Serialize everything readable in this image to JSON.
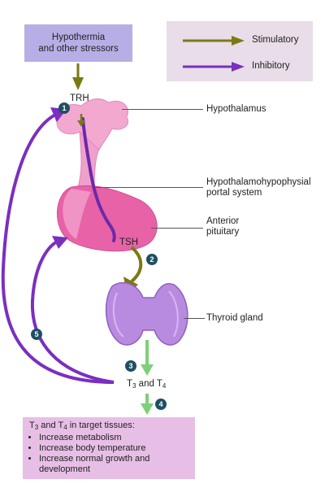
{
  "stress_box": {
    "line1": "Hypothermia",
    "line2": "and other stressors"
  },
  "legend": {
    "stimulatory": "Stimulatory",
    "inhibitory": "Inhibitory"
  },
  "labels": {
    "trh": "TRH",
    "tsh": "TSH",
    "hypothalamus": "Hypothalamus",
    "portal_line1": "Hypothalamohypophysial",
    "portal_line2": "portal system",
    "anterior_line1": "Anterior",
    "anterior_line2": "pituitary",
    "thyroid": "Thyroid gland",
    "t3": "T",
    "t3_sub": "3",
    "and": " and T",
    "t4_sub": "4"
  },
  "steps": [
    "1",
    "2",
    "3",
    "4",
    "5"
  ],
  "effects": {
    "hdr_t3": "T",
    "hdr_t3_sub": "3",
    "hdr_and": " and T",
    "hdr_t4_sub": "4",
    "hdr_rest": " in target tissues:",
    "items": [
      "Increase metabolism",
      "Increase body temperature",
      "Increase normal growth and development"
    ]
  },
  "colors": {
    "stimulatory": "#7a7a12",
    "inhibitory": "#7a2fc0",
    "effect_arrow": "#7fcf7a",
    "hypothalamus": "#f2a6cf",
    "pituitary": "#e35ea4",
    "thyroid": "#b98be0"
  }
}
